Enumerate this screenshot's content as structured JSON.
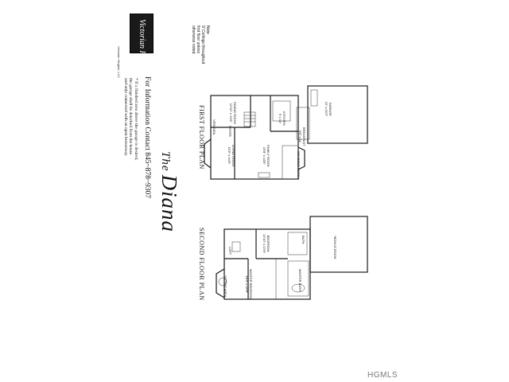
{
  "brand": {
    "logo_text": "Victorian Heights",
    "logo_small": "Victorian Heights, LLC"
  },
  "note": {
    "line1": "Note:",
    "line2": "9' Ceilings throughout",
    "line3": "first floor unless",
    "line4": "otherwise noted."
  },
  "contact": {
    "text": "For Information Contact 845~878~9307"
  },
  "footnote": {
    "line1": "* If a finished area above the garage is desired,",
    "line2": "the garage shall be detached from the house",
    "line3": "and only connected with an open breezeway."
  },
  "title": {
    "the": "The",
    "name": "Diana"
  },
  "first_floor": {
    "label": "FIRST FLOOR PLAN",
    "rooms": {
      "garage": "GARAGE",
      "garage_dim": "22' x 20'2\"",
      "dining": "DINING ROOM",
      "dining_dim": "12'10\" x 13'6\"",
      "kitchen": "KITCHEN",
      "kitchen_dim": "9' x 14'",
      "breakfast": "BREAKFAST",
      "breakfast_dim": "9'6\" x 11'",
      "foyer": "FOYER",
      "veranda": "VERANDA",
      "living": "LIVING ROOM",
      "living_dim": "11'8\" x 14'8\"",
      "family": "FAMILY ROOM",
      "family_dim": "19'8\" x 14'8\"",
      "porch": "COVERED PORCH"
    }
  },
  "second_floor": {
    "label": "SECOND FLOOR PLAN",
    "rooms": {
      "bonus": "*BONUS ROOM",
      "bedroom": "BEDROOM",
      "bedroom_dim": "13'10\" x 13'6\"",
      "master": "MASTER BEDROOM",
      "master_dim": "18'4\" x 15'6\"",
      "master_bath": "MASTER BATH",
      "bath": "BATH",
      "loft": "LOFT",
      "sitting": "SITTING AREA"
    }
  },
  "watermark": "HGMLS"
}
